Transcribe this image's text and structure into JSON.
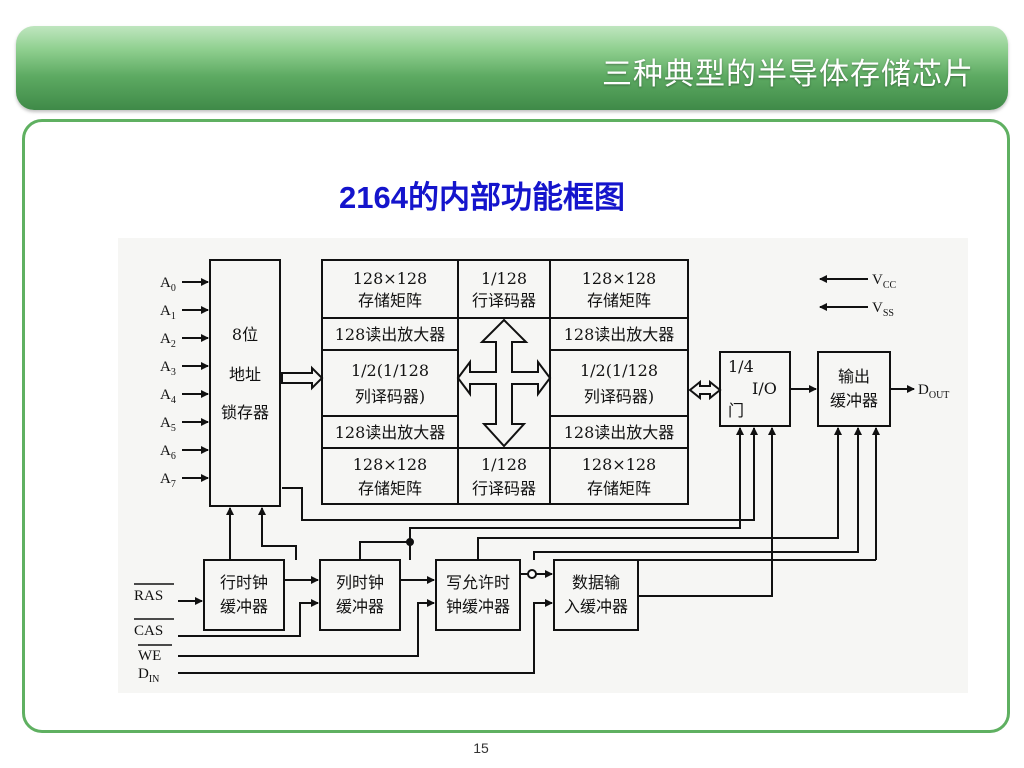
{
  "header": {
    "title": "三种典型的半导体存储芯片"
  },
  "heading": {
    "num": "2164",
    "rest": "的内部功能框图"
  },
  "page_number": "15",
  "diagram": {
    "address_pins": [
      {
        "base": "A",
        "sub": "0"
      },
      {
        "base": "A",
        "sub": "1"
      },
      {
        "base": "A",
        "sub": "2"
      },
      {
        "base": "A",
        "sub": "3"
      },
      {
        "base": "A",
        "sub": "4"
      },
      {
        "base": "A",
        "sub": "5"
      },
      {
        "base": "A",
        "sub": "6"
      },
      {
        "base": "A",
        "sub": "7"
      }
    ],
    "latch": {
      "line1": "8位",
      "line2": "地址",
      "line3": "锁存器"
    },
    "array_tl": {
      "line1": "128×128",
      "line2": "存储矩阵"
    },
    "array_tr": {
      "line1": "128×128",
      "line2": "存储矩阵"
    },
    "array_bl": {
      "line1": "128×128",
      "line2": "存储矩阵"
    },
    "array_br": {
      "line1": "128×128",
      "line2": "存储矩阵"
    },
    "row_dec_top": {
      "line1": "1/128",
      "line2": "行译码器"
    },
    "row_dec_bottom": {
      "line1": "1/128",
      "line2": "行译码器"
    },
    "amp_tl": "128读出放大器",
    "amp_tr": "128读出放大器",
    "amp_bl": "128读出放大器",
    "amp_br": "128读出放大器",
    "col_dec_left": {
      "line1": "1/2(1/128",
      "line2": "列译码器)"
    },
    "col_dec_right": {
      "line1": "1/2(1/128",
      "line2": "列译码器)"
    },
    "io_gate": {
      "line1": "1/4",
      "line2": "I/O",
      "line3": "门"
    },
    "out_buffer": {
      "line1": "输出",
      "line2": "缓冲器"
    },
    "dout": {
      "base": "D",
      "sub": "OUT"
    },
    "vcc": {
      "base": "V",
      "sub": "CC"
    },
    "vss": {
      "base": "V",
      "sub": "SS"
    },
    "row_clk": {
      "line1": "行时钟",
      "line2": "缓冲器"
    },
    "col_clk": {
      "line1": "列时钟",
      "line2": "缓冲器"
    },
    "we_clk": {
      "line1": "写允许时",
      "line2": "钟缓冲器"
    },
    "din_buf": {
      "line1": "数据输",
      "line2": "入缓冲器"
    },
    "ras": "RAS",
    "cas": "CAS",
    "we": "WE",
    "din": {
      "base": "D",
      "sub": "IN"
    }
  }
}
